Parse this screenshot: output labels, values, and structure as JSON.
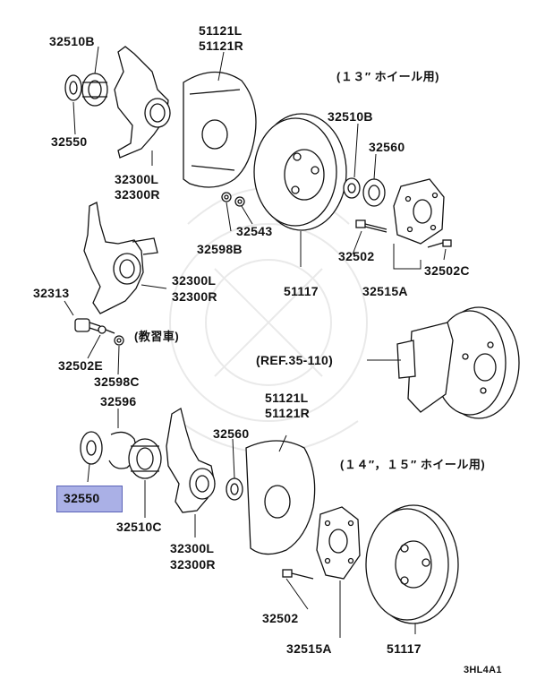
{
  "labels": {
    "p32510B_top": "32510B",
    "p32550_top": "32550",
    "p51121LR_top": "51121L",
    "p51121R_top": "51121R",
    "p32300L_top": "32300L",
    "p32300R_top": "32300R",
    "note_13": "(１３″ ホイール用)",
    "p32510B_mid": "32510B",
    "p32560_top": "32560",
    "p32598B": "32598B",
    "p32543": "32543",
    "p51117_top": "51117",
    "p32502_top": "32502",
    "p32502C": "32502C",
    "p32515A_top": "32515A",
    "p32313": "32313",
    "p32300L_mid": "32300L",
    "p32300R_mid": "32300R",
    "note_kyoshu": "(教習車)",
    "p32502E": "32502E",
    "p32598C": "32598C",
    "ref": "(REF.35-110)",
    "p32596": "32596",
    "p51121L_bot": "51121L",
    "p51121R_bot": "51121R",
    "p32560_bot": "32560",
    "note_1415": "(１４″，１５″ ホイール用)",
    "p32550_bot": "32550",
    "p32510C": "32510C",
    "p32300L_bot": "32300L",
    "p32300R_bot": "32300R",
    "p32502_bot": "32502",
    "p32515A_bot": "32515A",
    "p51117_bot": "51117",
    "diagram_code": "3HL4A1"
  },
  "highlight": {
    "part": "32550",
    "color": "#aab0e6"
  }
}
